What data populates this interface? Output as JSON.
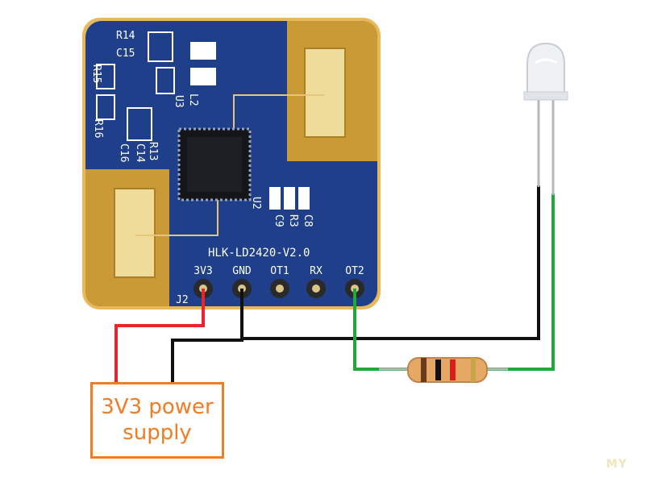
{
  "board": {
    "model": "HLK-LD2420-V2.0",
    "connector": "J2",
    "pins": [
      "3V3",
      "GND",
      "OT1",
      "RX",
      "OT2"
    ],
    "components": [
      "R14",
      "C15",
      "R15",
      "L2",
      "U3",
      "R16",
      "C16",
      "R13",
      "C14",
      "U2",
      "C9",
      "R3",
      "C8"
    ]
  },
  "power_supply": {
    "line1": "3V3 power",
    "line2": "supply"
  },
  "colors": {
    "wire_power": "#e8242c",
    "wire_ground": "#111111",
    "wire_signal": "#22a83a",
    "psu_border": "#f07c23",
    "pcb": "#1f3f8a",
    "antenna_copper": "#d9a53a"
  },
  "watermark": "MY"
}
